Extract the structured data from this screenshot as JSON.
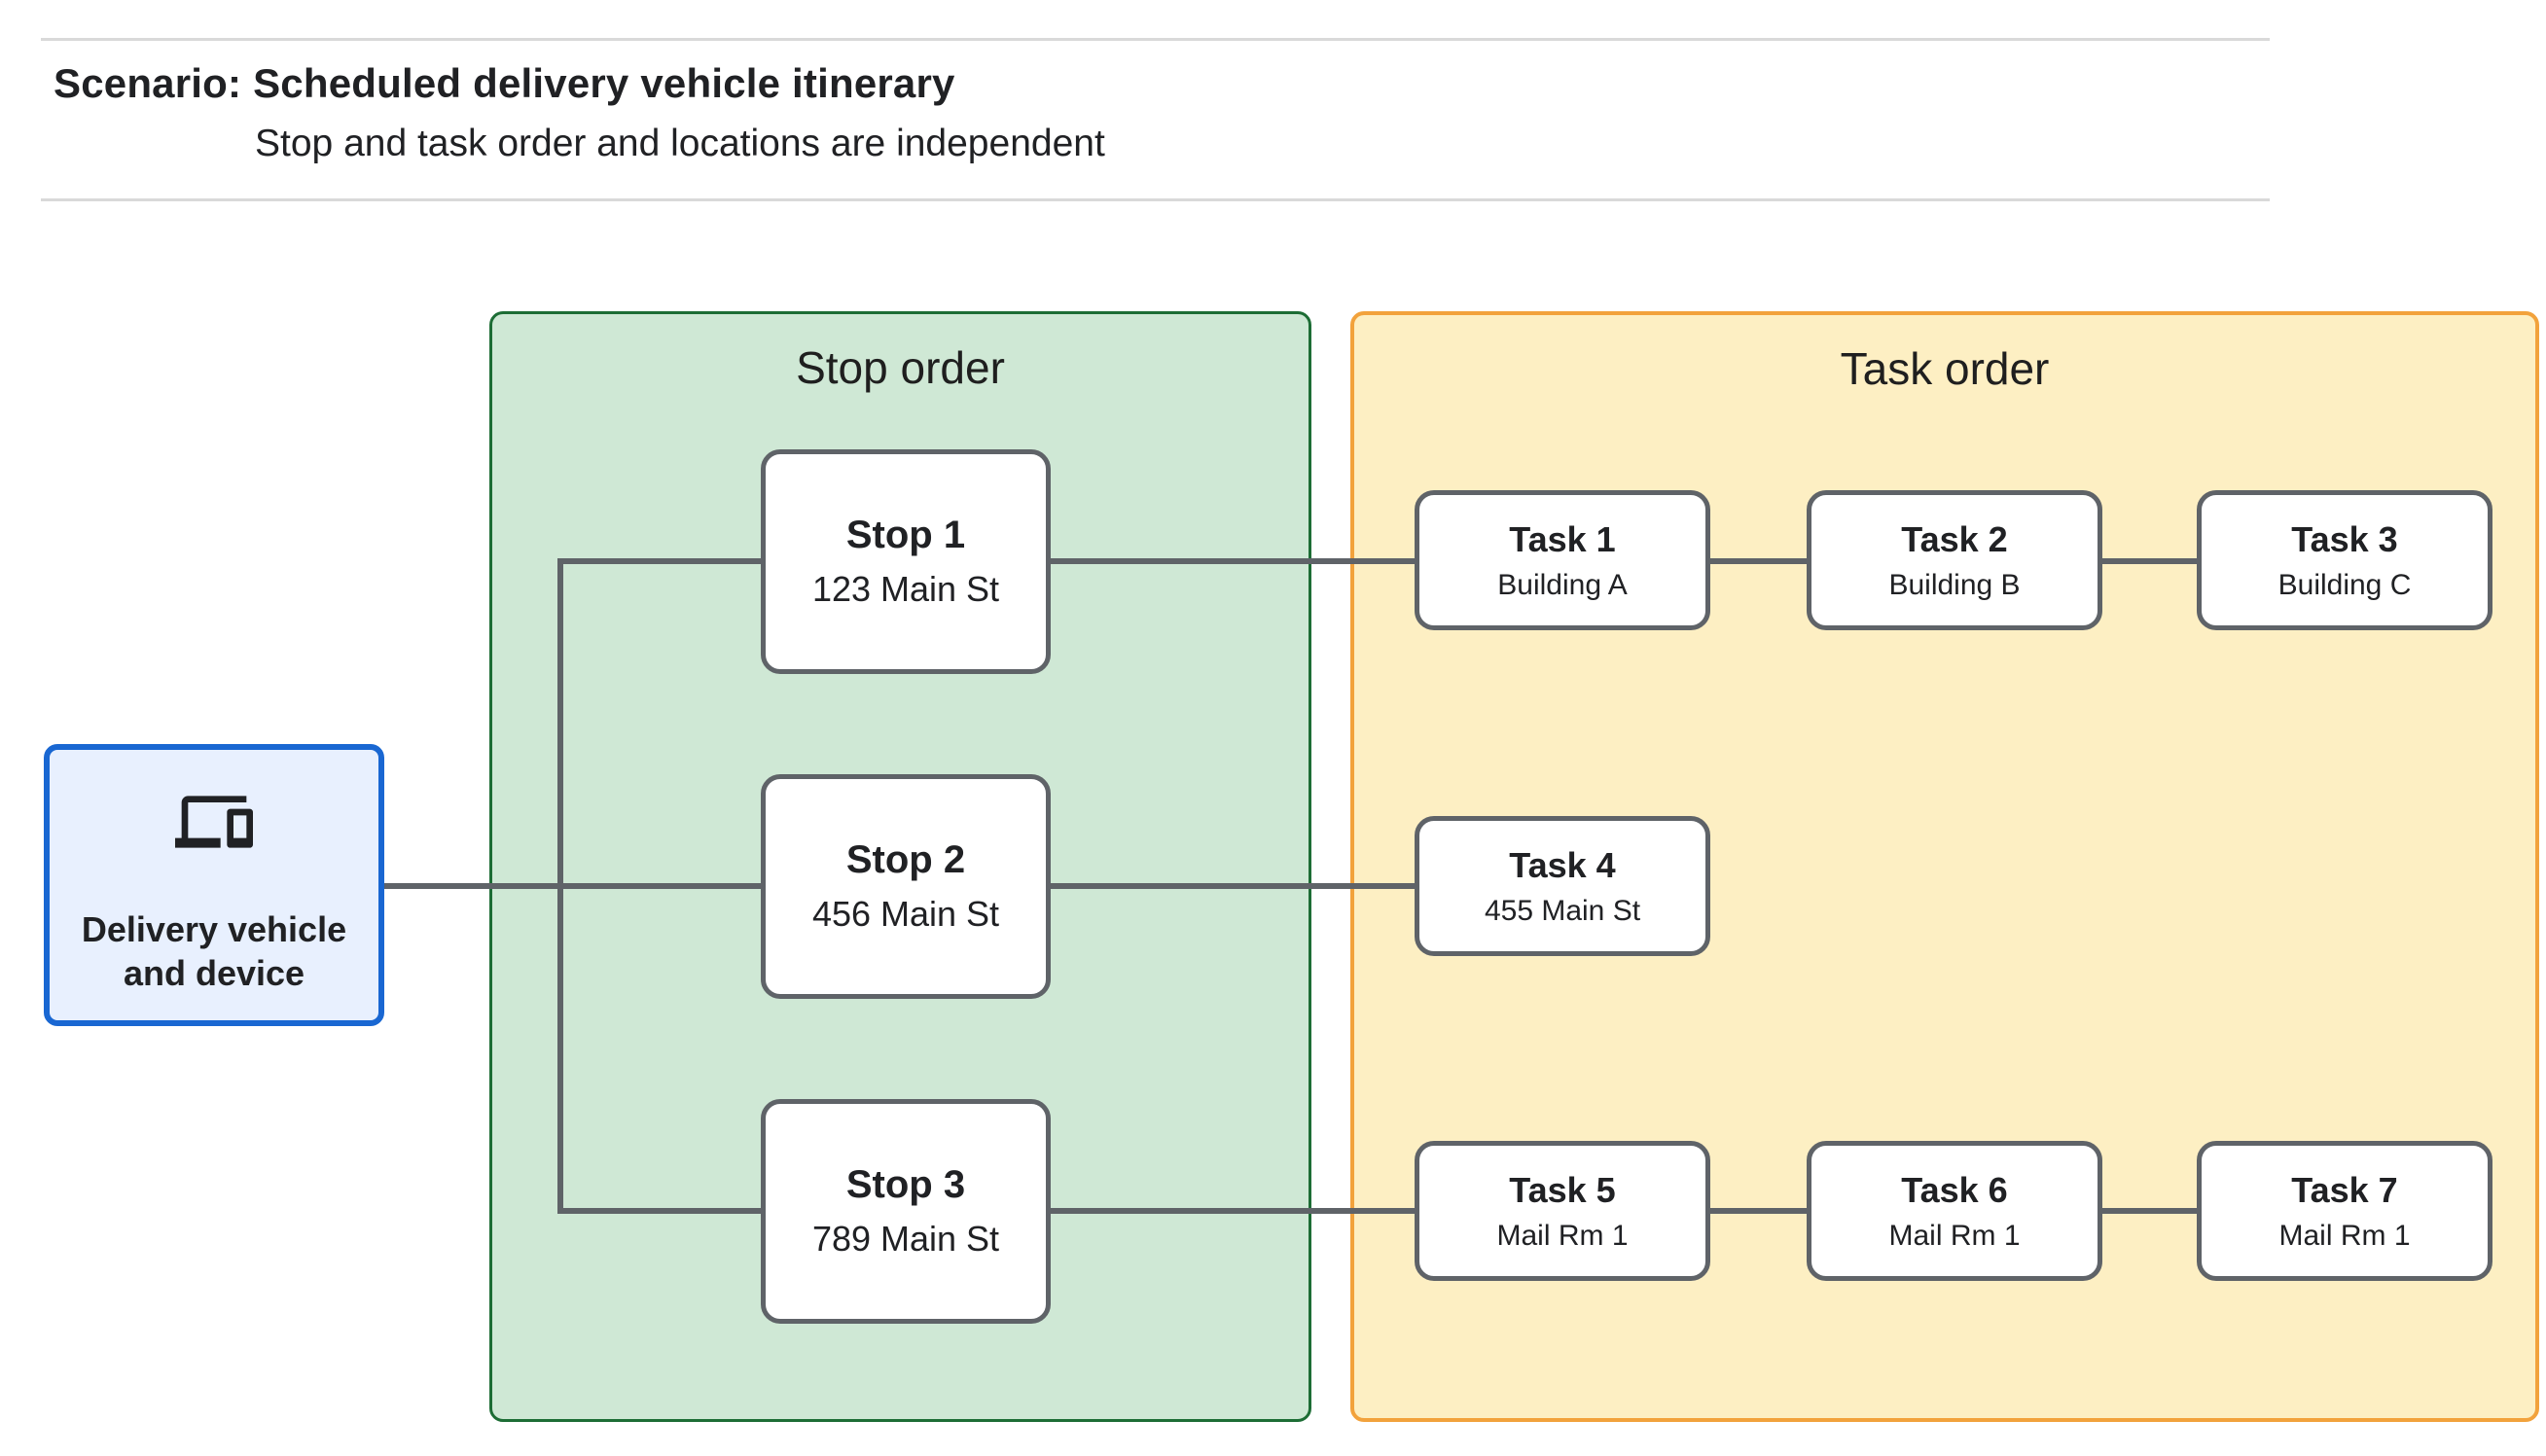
{
  "page": {
    "title": "Scenario: Scheduled delivery vehicle itinerary",
    "subtitle": "Stop and task order and locations are independent"
  },
  "vehicle": {
    "label": "Delivery vehicle and device",
    "icon": "devices-icon"
  },
  "panels": {
    "stop": {
      "title": "Stop order",
      "fill": "#cfe8d5",
      "border": "#1d6d35"
    },
    "task": {
      "title": "Task order",
      "fill": "#fdefc3",
      "border": "#f2a23c"
    }
  },
  "stops": [
    {
      "title": "Stop 1",
      "address": "123 Main St"
    },
    {
      "title": "Stop 2",
      "address": "456 Main St"
    },
    {
      "title": "Stop 3",
      "address": "789 Main St"
    }
  ],
  "task_rows": [
    [
      {
        "title": "Task 1",
        "location": "Building A"
      },
      {
        "title": "Task 2",
        "location": "Building B"
      },
      {
        "title": "Task 3",
        "location": "Building C"
      }
    ],
    [
      {
        "title": "Task 4",
        "location": "455 Main St"
      }
    ],
    [
      {
        "title": "Task 5",
        "location": "Mail Rm 1"
      },
      {
        "title": "Task 6",
        "location": "Mail Rm 1"
      },
      {
        "title": "Task 7",
        "location": "Mail Rm 1"
      }
    ]
  ],
  "colors": {
    "text": "#202124",
    "divider": "#d9d9d9",
    "connector": "#5f6368",
    "node_border": "#5f6368",
    "vehicle_fill": "#e8f0fe",
    "vehicle_border": "#1967d2"
  }
}
